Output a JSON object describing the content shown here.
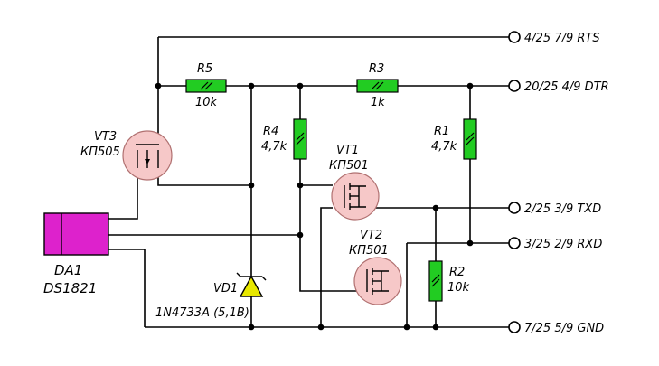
{
  "terminals": {
    "rts": "4/25  7/9  RTS",
    "dtr": "20/25  4/9  DTR",
    "txd": "2/25  3/9  TXD",
    "rxd": "3/25  2/9  RXD",
    "gnd": "7/25  5/9  GND"
  },
  "resistors": {
    "r5": {
      "name": "R5",
      "value": "10k"
    },
    "r3": {
      "name": "R3",
      "value": "1k"
    },
    "r4": {
      "name": "R4",
      "value": "4,7k"
    },
    "r1": {
      "name": "R1",
      "value": "4,7k"
    },
    "r2": {
      "name": "R2",
      "value": "10k"
    }
  },
  "transistors": {
    "vt3": {
      "name": "VT3",
      "type": "КП505"
    },
    "vt1": {
      "name": "VT1",
      "type": "КП501"
    },
    "vt2": {
      "name": "VT2",
      "type": "КП501"
    }
  },
  "diode": {
    "name": "VD1",
    "type": "1N4733A (5,1В)"
  },
  "chip": {
    "name": "DA1",
    "type": "DS1821"
  },
  "colors": {
    "resistor": "#22cc22",
    "transistor": "#f6c8c8",
    "chip": "#dd22cc",
    "diode": "#e8e800"
  }
}
